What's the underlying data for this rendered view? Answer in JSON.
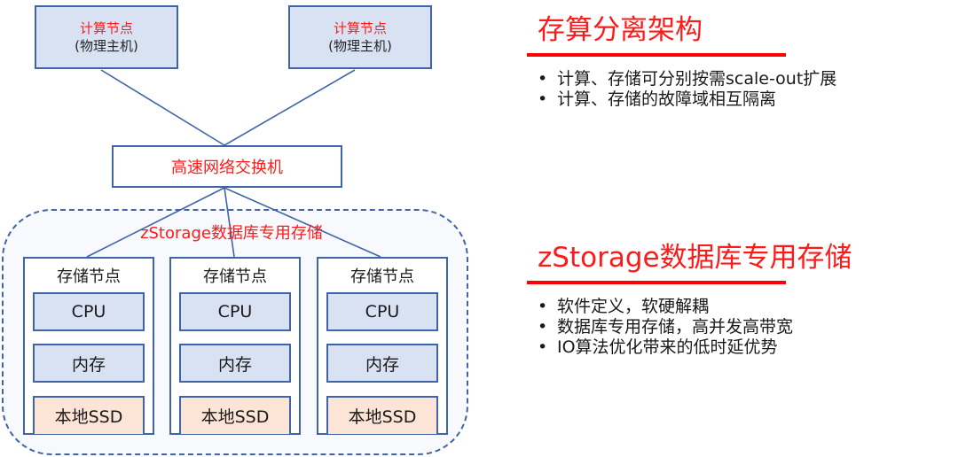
{
  "diagram": {
    "compute_nodes": [
      {
        "title": "计算节点",
        "subtitle": "(物理主机)"
      },
      {
        "title": "计算节点",
        "subtitle": "(物理主机)"
      }
    ],
    "switch": {
      "label": "高速网络交换机"
    },
    "storage_cluster": {
      "label": "zStorage数据库专用存储",
      "nodes": [
        {
          "title": "存储节点",
          "components": [
            "CPU",
            "内存",
            "本地SSD"
          ]
        },
        {
          "title": "存储节点",
          "components": [
            "CPU",
            "内存",
            "本地SSD"
          ]
        },
        {
          "title": "存储节点",
          "components": [
            "CPU",
            "内存",
            "本地SSD"
          ]
        }
      ]
    }
  },
  "sections": [
    {
      "heading": "存算分离架构",
      "bullets": [
        "计算、存储可分别按需scale-out扩展",
        "计算、存储的故障域相互隔离"
      ]
    },
    {
      "heading": "zStorage数据库专用存储",
      "bullets": [
        "软件定义，软硬解耦",
        "数据库专用存储，高并发高带宽",
        "IO算法优化带来的低时延优势"
      ]
    }
  ],
  "bullet_glyph": "•",
  "colors": {
    "accent_red": "#ff0000",
    "line_blue": "#3f65a8",
    "node_fill": "#d9e2f3",
    "ssd_fill": "#fce4d6"
  }
}
